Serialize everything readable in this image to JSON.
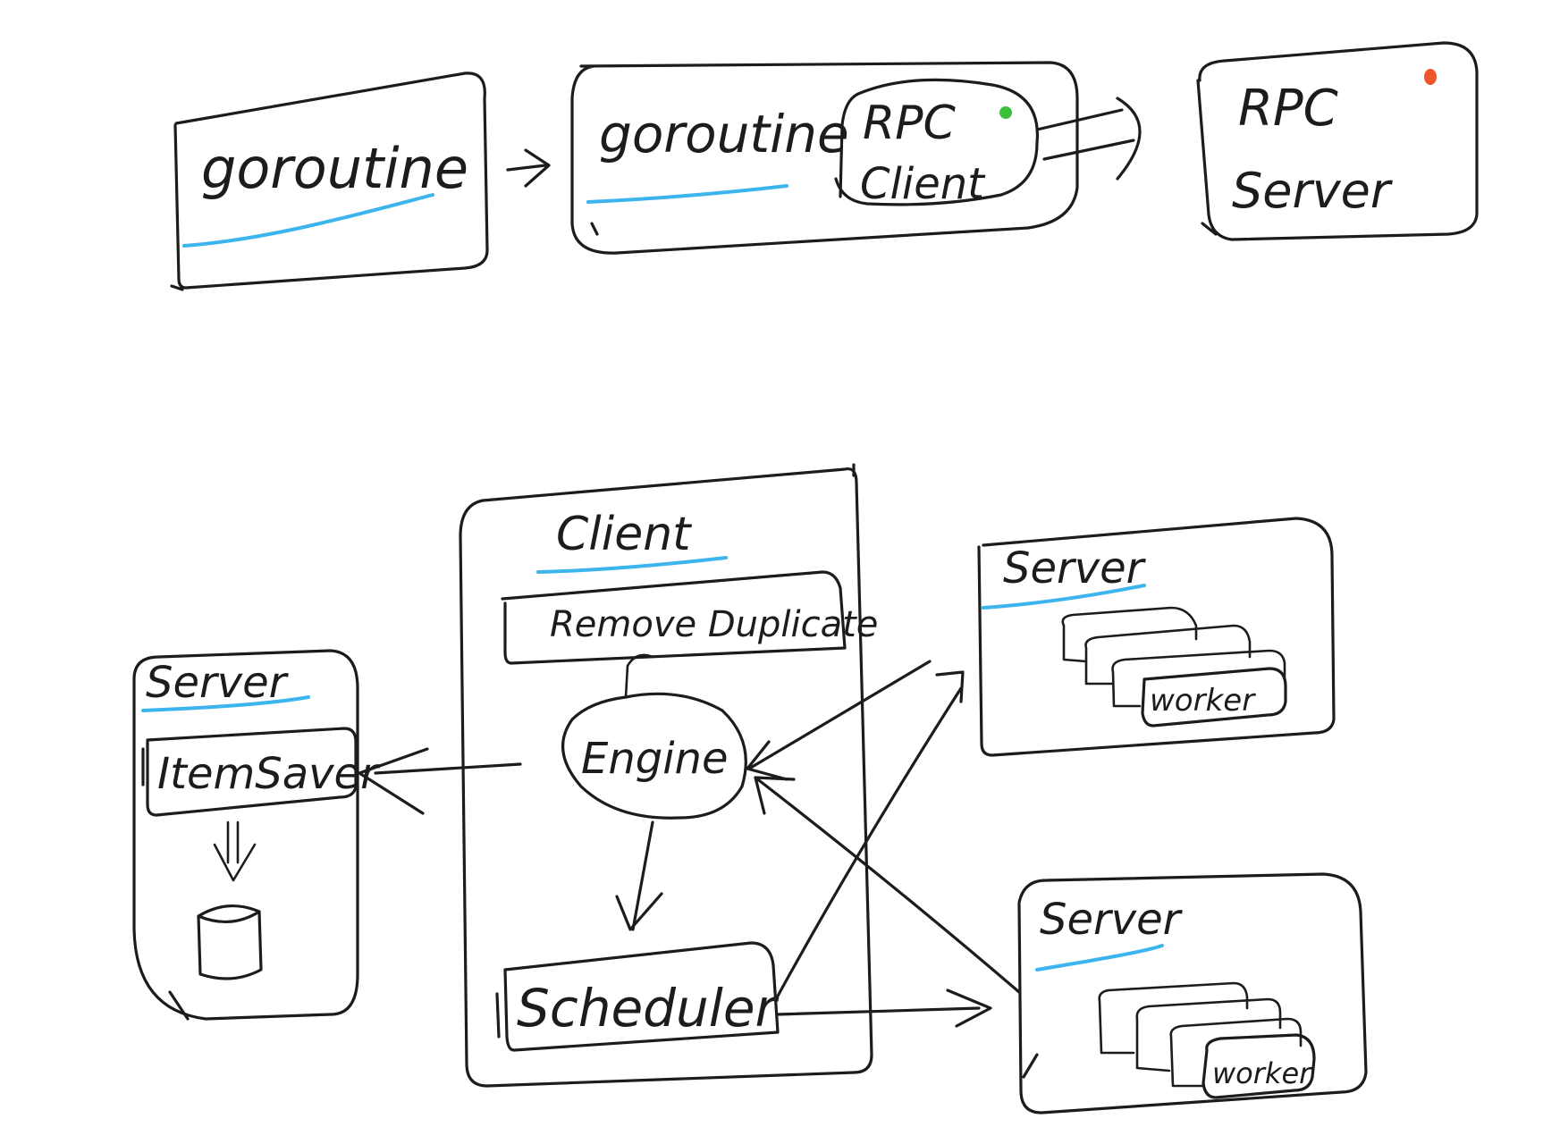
{
  "top_flow": {
    "box1_label": "goroutine",
    "box2_label": "goroutine",
    "rpc_client_line1": "RPC",
    "rpc_client_line2": "Client",
    "rpc_server_line1": "RPC",
    "rpc_server_line2": "Server"
  },
  "bottom_flow": {
    "left_server": {
      "title": "Server",
      "item_saver": "ItemSaver"
    },
    "client": {
      "title": "Client",
      "remove_duplicate": "Remove Duplicate",
      "engine": "Engine",
      "scheduler": "Scheduler"
    },
    "right_server_top": {
      "title": "Server",
      "worker": "worker"
    },
    "right_server_bottom": {
      "title": "Server",
      "worker": "worker"
    }
  },
  "colors": {
    "ink": "#1c1c1c",
    "underline": "#3cb4ee",
    "client_dot": "#3cc03c",
    "server_dot": "#f0562c"
  },
  "icons": {
    "storage": "database-cylinder-icon"
  }
}
